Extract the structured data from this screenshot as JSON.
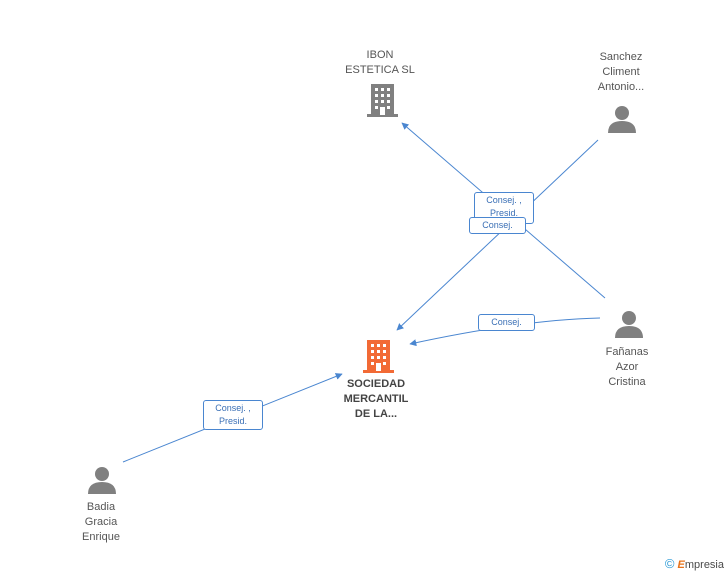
{
  "nodes": {
    "ibon": {
      "label": "IBON\nESTETICA SL",
      "kind": "company"
    },
    "sanchez": {
      "label": "Sanchez\nCliment\nAntonio...",
      "kind": "person"
    },
    "center": {
      "label": "SOCIEDAD\nMERCANTIL\nDE LA...",
      "kind": "company-main"
    },
    "fananas": {
      "label": "Fañanas\nAzor\nCristina",
      "kind": "person"
    },
    "badia": {
      "label": "Badia\nGracia\nEnrique",
      "kind": "person"
    }
  },
  "edge_labels": {
    "sanchez_ibon": "Consej. ,\nPresid.",
    "sanchez_center": "Consej.",
    "fananas_center": "Consej.",
    "badia_center": "Consej. ,\nPresid."
  },
  "colors": {
    "edge": "#4a86d0",
    "person_icon": "#808080",
    "company_icon": "#808080",
    "main_company_icon": "#f26a35"
  },
  "footer": {
    "copyright": "©",
    "brand_first": "E",
    "brand_rest": "mpresia"
  }
}
